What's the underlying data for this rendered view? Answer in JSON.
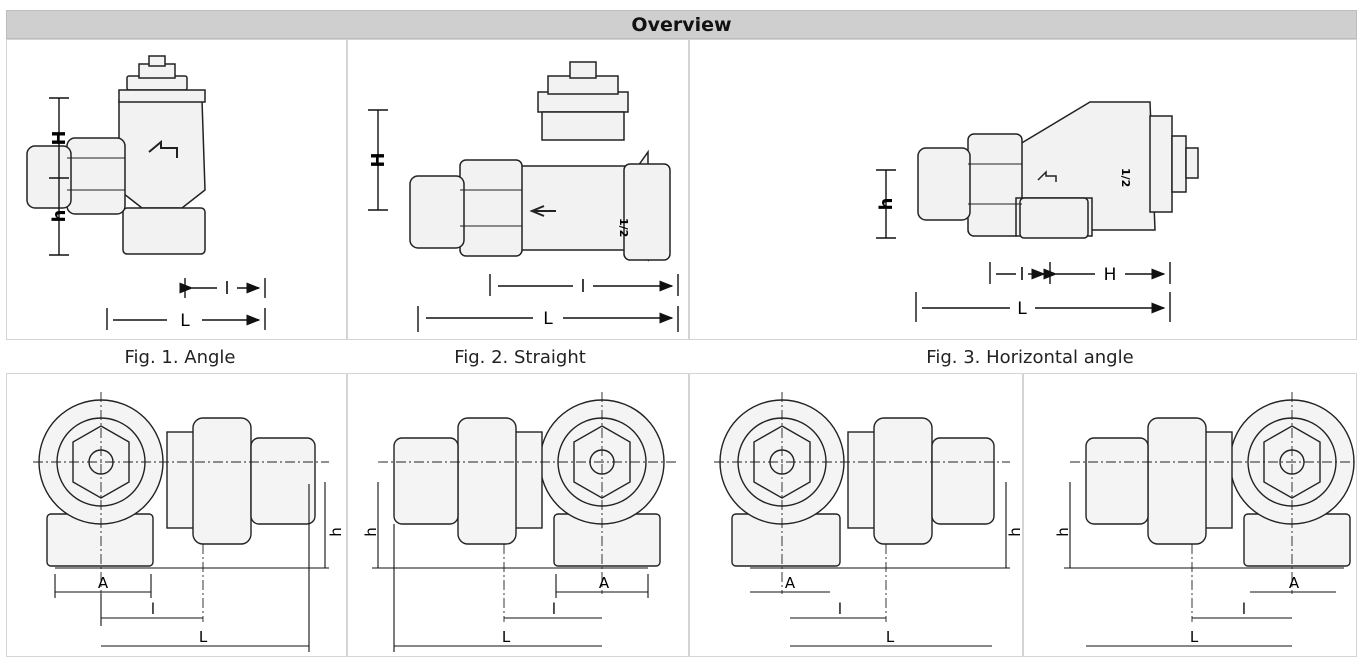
{
  "header": {
    "title": "Overview"
  },
  "figures": {
    "fig1": {
      "caption": "Fig. 1. Angle",
      "dims": {
        "H": "H",
        "h": "h",
        "l": "l",
        "L": "L"
      }
    },
    "fig2": {
      "caption": "Fig. 2. Straight",
      "dims": {
        "H": "H",
        "l": "l",
        "L": "L"
      },
      "marking": "1/2"
    },
    "fig3": {
      "caption": "Fig. 3. Horizontal angle",
      "dims": {
        "h": "h",
        "l": "l",
        "H": "H",
        "L": "L"
      },
      "marking": "1/2"
    }
  },
  "top_views": [
    {
      "A": "A",
      "l": "l",
      "L": "L",
      "h": "h"
    },
    {
      "A": "A",
      "l": "l",
      "L": "L",
      "h": "h"
    },
    {
      "A": "A",
      "l": "l",
      "L": "L",
      "h": "h"
    },
    {
      "A": "A",
      "l": "l",
      "L": "L",
      "h": "h"
    }
  ]
}
